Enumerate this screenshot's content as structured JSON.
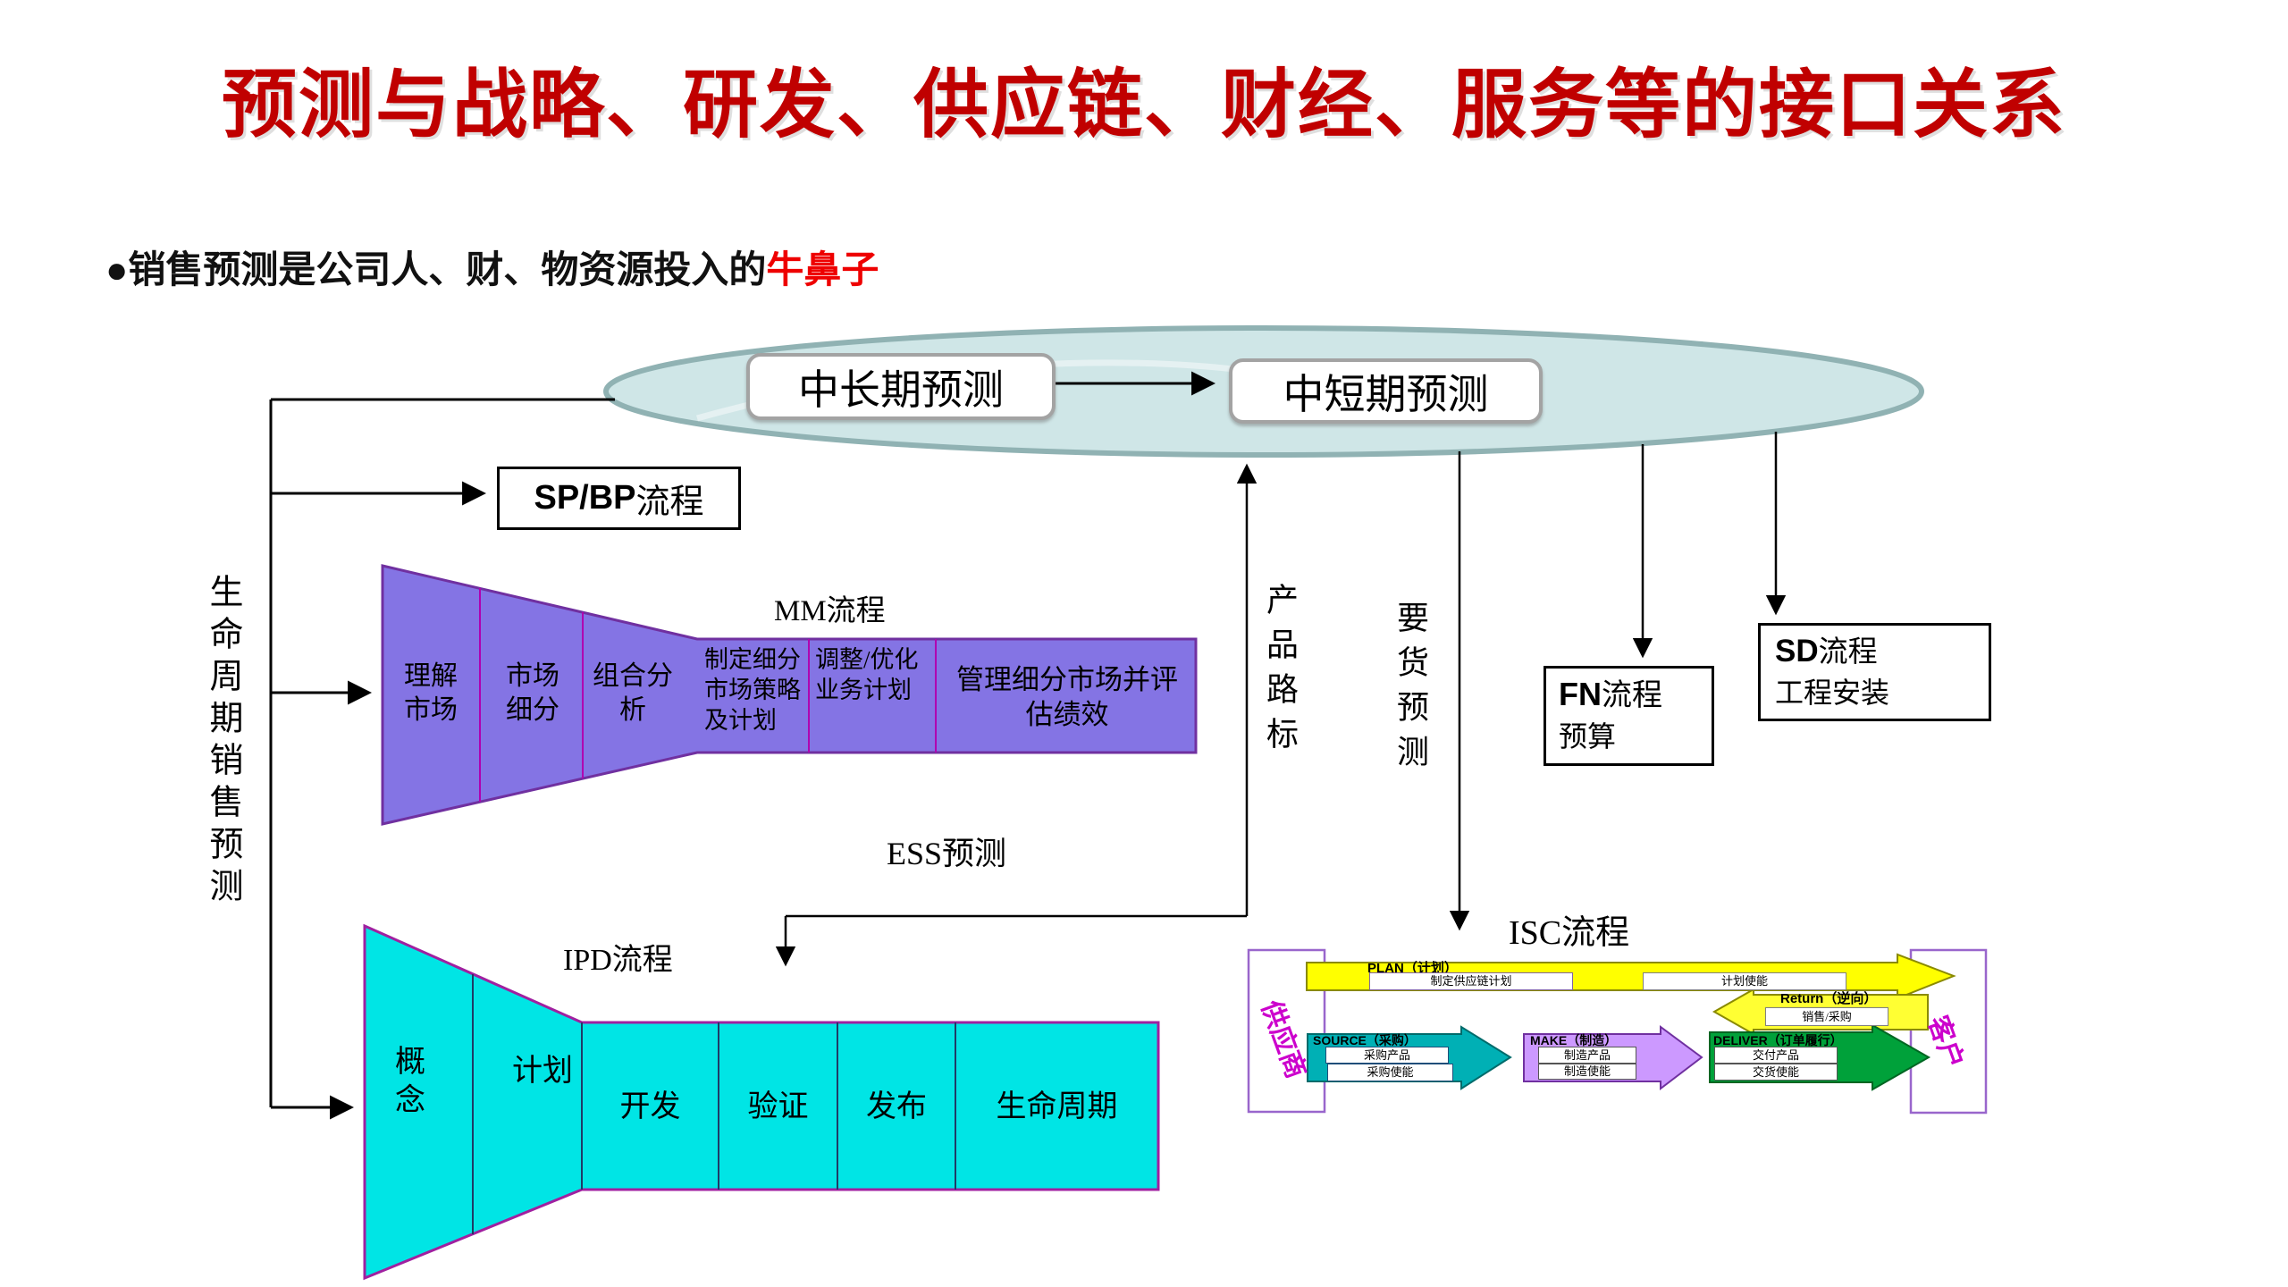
{
  "title": "预测与战略、研发、供应链、财经、服务等的接口关系",
  "bullet": {
    "marker": "●",
    "black": "销售预测是公司人、财、物资源投入的",
    "red": "牛鼻子"
  },
  "ellipse": {
    "long_term": "中长期预测",
    "short_term": "中短期预测"
  },
  "left_axis": {
    "label": "生命周期销售预测"
  },
  "spbp": {
    "en": "SP/BP",
    "cn": "流程"
  },
  "mm": {
    "label": "MM流程",
    "stages": [
      "理解市场",
      "市场细分",
      "组合分析",
      "制定细分市场策略及计划",
      "调整/优化业务计划",
      "管理细分市场并评估绩效"
    ]
  },
  "ess": {
    "label": "ESS预测"
  },
  "ipd": {
    "label": "IPD流程",
    "stages": [
      "概念",
      "计划",
      "开发",
      "验证",
      "发布",
      "生命周期"
    ]
  },
  "product_roadmap": {
    "label": "产品路标"
  },
  "demand_forecast": {
    "label": "要货预测"
  },
  "fn": {
    "en": "FN",
    "cn": "流程",
    "line2": "预算"
  },
  "sd": {
    "en": "SD",
    "cn": "流程",
    "line2": "工程安装"
  },
  "isc": {
    "label": "ISC流程",
    "supplier": "供应商",
    "customer": "客户",
    "plan": {
      "label": "PLAN（计划）",
      "boxes": [
        "制定供应链计划",
        "计划使能"
      ]
    },
    "return": {
      "label": "Return（逆向）",
      "boxes": [
        "销售/采购"
      ]
    },
    "source": {
      "label": "SOURCE（采购）",
      "boxes": [
        "采购产品",
        "采购使能"
      ]
    },
    "make": {
      "label": "MAKE（制造）",
      "boxes": [
        "制造产品",
        "制造使能"
      ]
    },
    "deliver": {
      "label": "DELIVER（订单履行）",
      "boxes": [
        "交付产品",
        "交货使能"
      ]
    }
  },
  "colors": {
    "title_red": "#c00000",
    "highlight_red": "#ee0000",
    "ellipse_fill": "#cfe6e7",
    "mm_purple": "#8474e4",
    "ipd_cyan": "#00e5e5",
    "plan_yellow": "#ffff00",
    "source_teal": "#00b0b5",
    "make_lavender": "#cc99ff",
    "deliver_green": "#00a13a",
    "entity_magenta": "#cc00cc"
  }
}
